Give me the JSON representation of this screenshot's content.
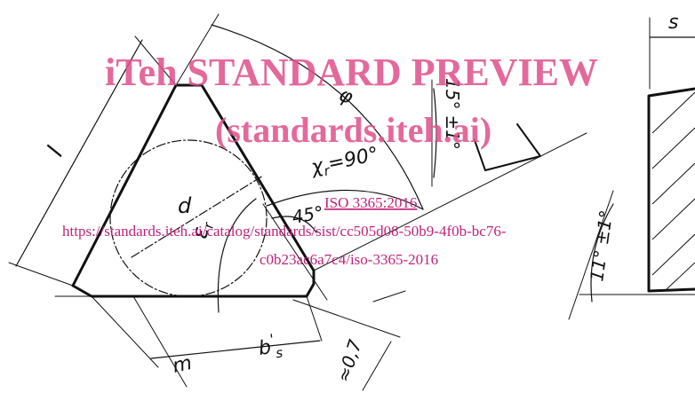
{
  "drawing": {
    "labels": {
      "s": "s",
      "l": "l",
      "d": "d",
      "phi": "φ",
      "epsilon": "ε",
      "epsilon_sub": "r",
      "kappa": "χ",
      "kappa_sub": "r",
      "kappa_eq": "=90°",
      "angle_45": "45°",
      "angle_15": "15°",
      "tol_15": "±1°",
      "angle_11": "11°",
      "tol_11": "±1°",
      "m": "m",
      "bs": "b",
      "bs_sub": "s",
      "bs_prime": "'",
      "dim_07": "≈0,7"
    }
  },
  "watermark": {
    "line1": "iTeh STANDARD PREVIEW",
    "line2": "(standards.iteh.ai)",
    "iso_ref": "ISO 3365:2016",
    "url_line1": "https://standards.iteh.ai/catalog/standards/sist/cc505d08-50b9-4f0b-bc76-",
    "url_line2": "c0b23ac6a7c4/iso-3365-2016"
  }
}
